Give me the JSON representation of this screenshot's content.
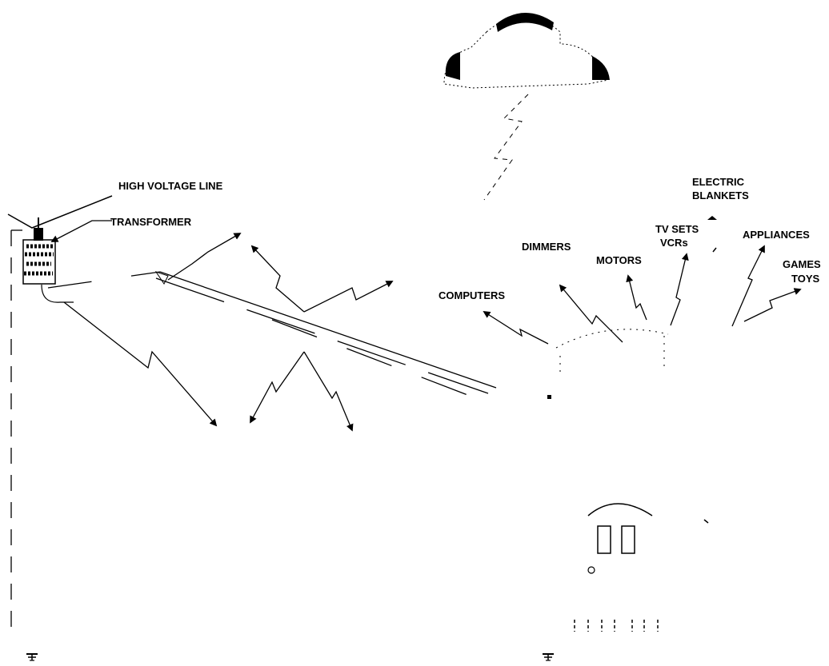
{
  "labels": {
    "high_voltage_line": "HIGH VOLTAGE LINE",
    "transformer": "TRANSFORMER",
    "electric_blankets_1": "ELECTRIC",
    "electric_blankets_2": "BLANKETS",
    "appliances": "APPLIANCES",
    "tv_sets_1": "TV SETS",
    "tv_sets_2": "VCRs",
    "dimmers": "DIMMERS",
    "motors": "MOTORS",
    "games_toys_1": "GAMES",
    "games_toys_2": "TOYS",
    "computers": "COMPUTERS"
  },
  "colors": {
    "ink": "#000000",
    "background": "#ffffff"
  },
  "icons": {
    "cloud": "storm-cloud-icon",
    "lightning": "lightning-bolt-icon",
    "transformer": "pole-transformer-icon",
    "ground": "ground-symbol-icon",
    "house": "house-icon"
  }
}
